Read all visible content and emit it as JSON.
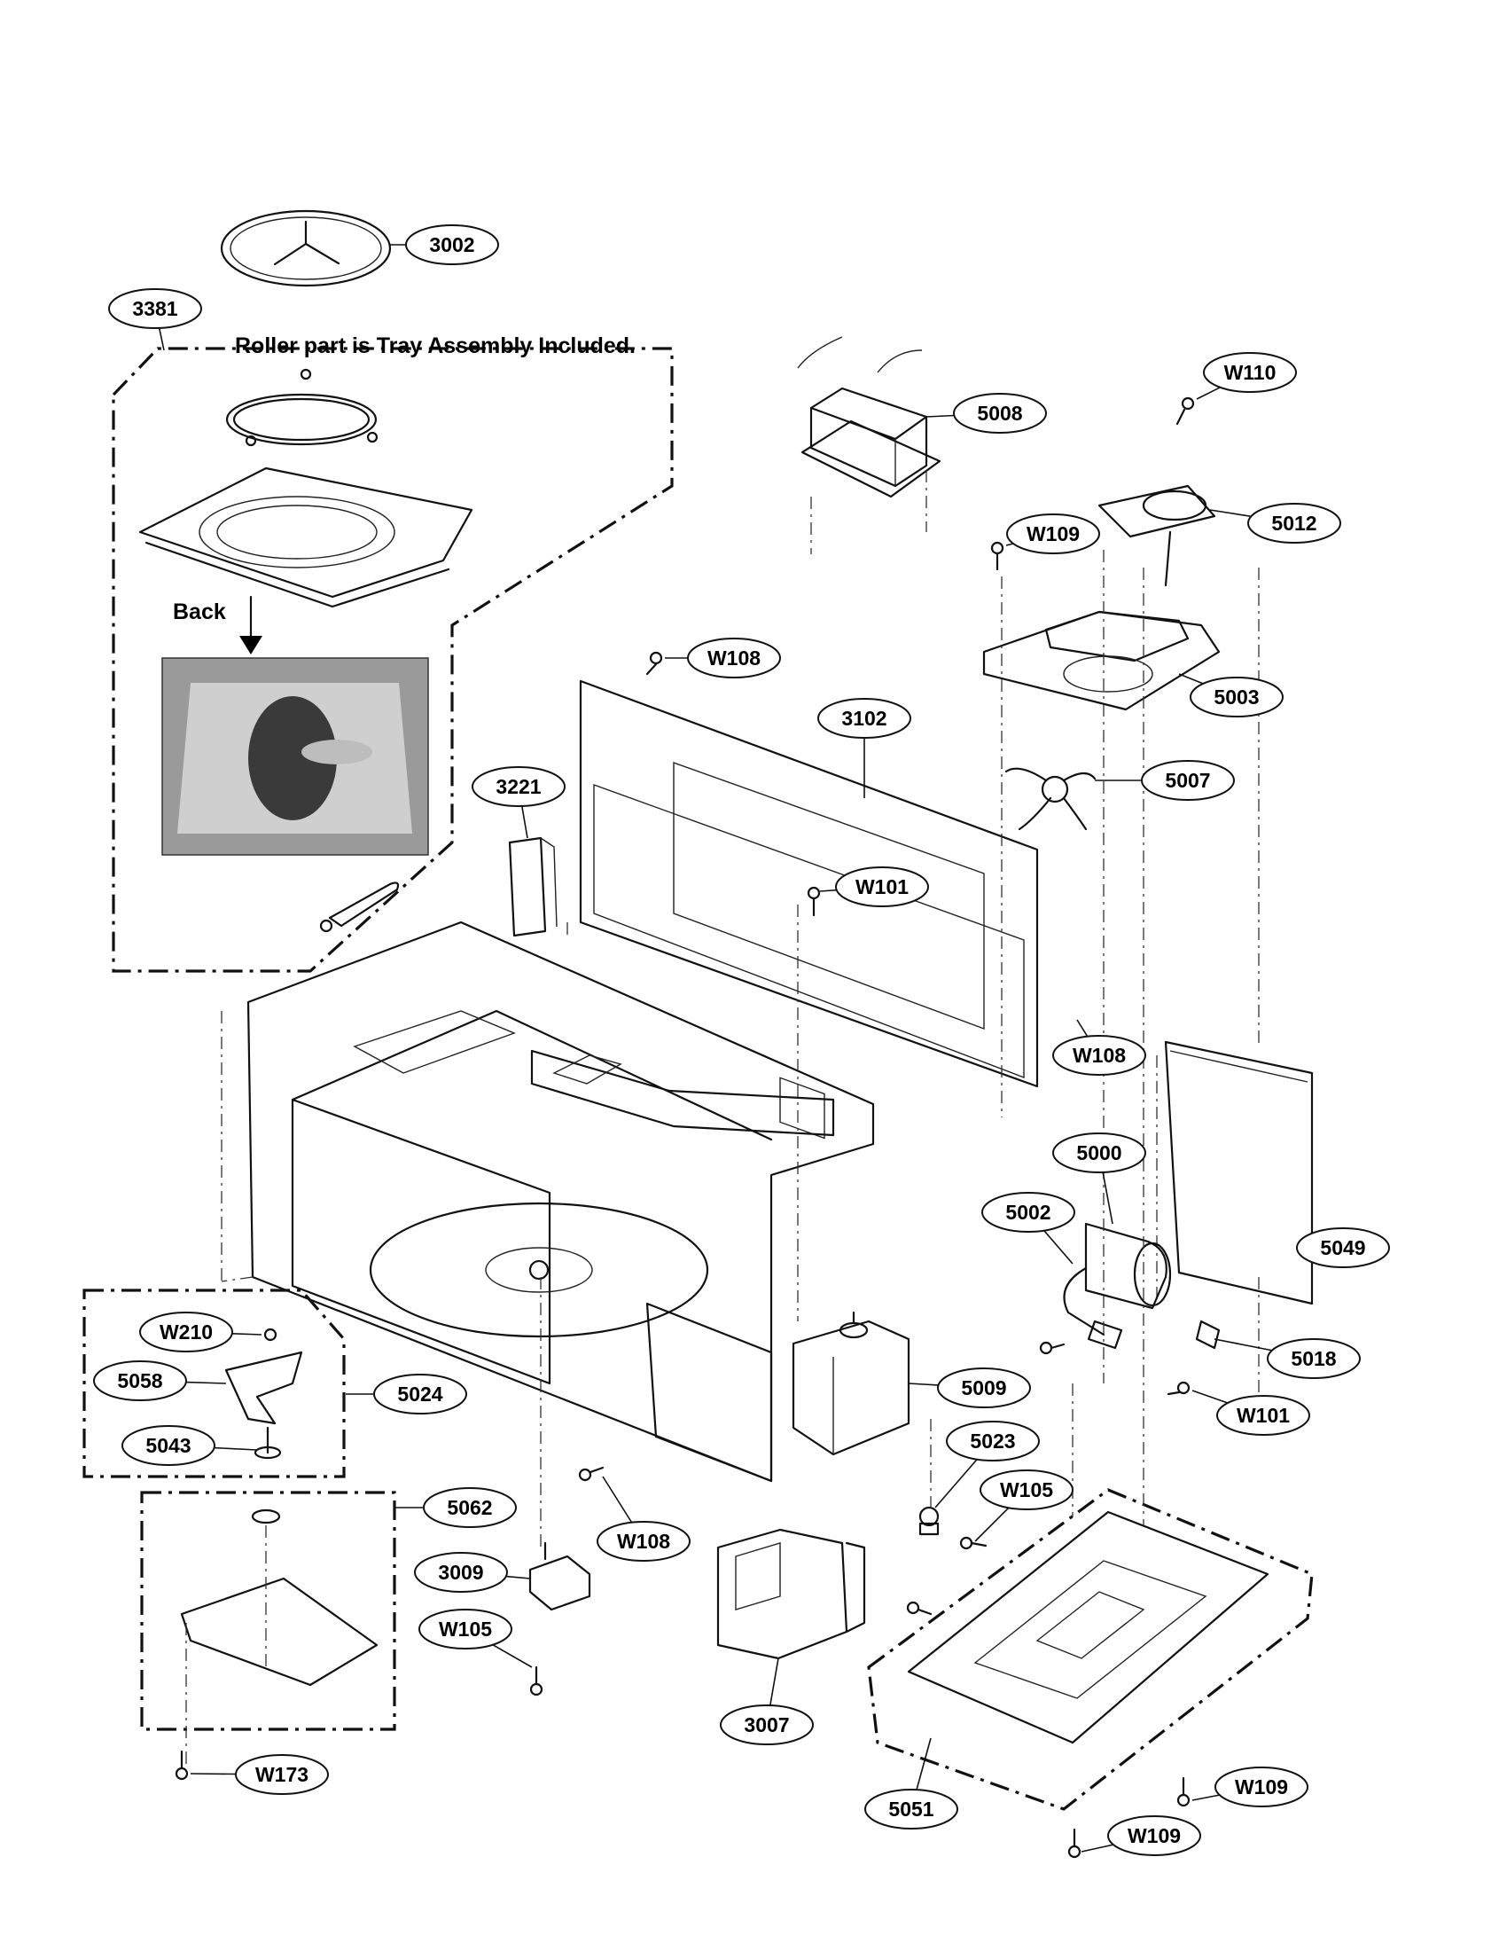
{
  "note_text": "Roller part is Tray Assembly Included.",
  "back_label": "Back",
  "callouts": [
    {
      "id": "c-3002",
      "label": "3002"
    },
    {
      "id": "c-3381",
      "label": "3381"
    },
    {
      "id": "c-5008",
      "label": "5008"
    },
    {
      "id": "c-W110",
      "label": "W110"
    },
    {
      "id": "c-5012",
      "label": "5012"
    },
    {
      "id": "c-W109a",
      "label": "W109"
    },
    {
      "id": "c-5003",
      "label": "5003"
    },
    {
      "id": "c-W108a",
      "label": "W108"
    },
    {
      "id": "c-3102",
      "label": "3102"
    },
    {
      "id": "c-5007",
      "label": "5007"
    },
    {
      "id": "c-3221",
      "label": "3221"
    },
    {
      "id": "c-W101a",
      "label": "W101"
    },
    {
      "id": "c-W108b",
      "label": "W108"
    },
    {
      "id": "c-5000",
      "label": "5000"
    },
    {
      "id": "c-5002",
      "label": "5002"
    },
    {
      "id": "c-5049",
      "label": "5049"
    },
    {
      "id": "c-5018",
      "label": "5018"
    },
    {
      "id": "c-W210",
      "label": "W210"
    },
    {
      "id": "c-5058",
      "label": "5058"
    },
    {
      "id": "c-5024",
      "label": "5024"
    },
    {
      "id": "c-5043",
      "label": "5043"
    },
    {
      "id": "c-5009",
      "label": "5009"
    },
    {
      "id": "c-W101b",
      "label": "W101"
    },
    {
      "id": "c-5023",
      "label": "5023"
    },
    {
      "id": "c-W105a",
      "label": "W105"
    },
    {
      "id": "c-5062",
      "label": "5062"
    },
    {
      "id": "c-W108c",
      "label": "W108"
    },
    {
      "id": "c-3009",
      "label": "3009"
    },
    {
      "id": "c-W105b",
      "label": "W105"
    },
    {
      "id": "c-3007",
      "label": "3007"
    },
    {
      "id": "c-W173",
      "label": "W173"
    },
    {
      "id": "c-5051",
      "label": "5051"
    },
    {
      "id": "c-W109b",
      "label": "W109"
    },
    {
      "id": "c-W109c",
      "label": "W109"
    }
  ]
}
